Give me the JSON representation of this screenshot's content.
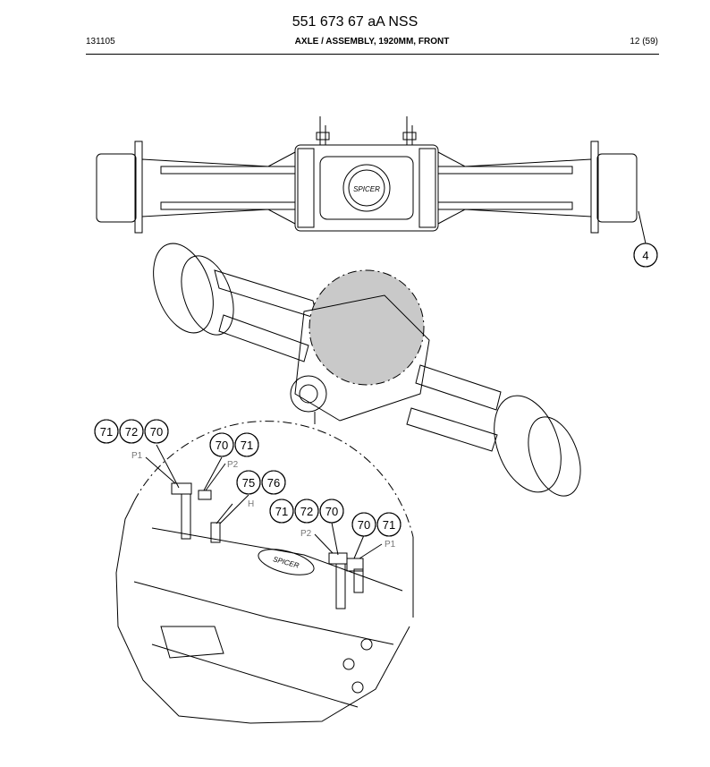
{
  "header": {
    "part_number": "551 673 67 aA NSS",
    "date_code": "131105",
    "title": "AXLE / ASSEMBLY, 1920MM, FRONT",
    "page": "12 (59)"
  },
  "diagram": {
    "brand_marking": "SPICER",
    "callouts": [
      "4",
      "71",
      "72",
      "70",
      "70",
      "71",
      "75",
      "76",
      "71",
      "72",
      "70",
      "70",
      "71"
    ],
    "port_labels": [
      "P1",
      "P2",
      "H",
      "P2",
      "P1"
    ]
  }
}
